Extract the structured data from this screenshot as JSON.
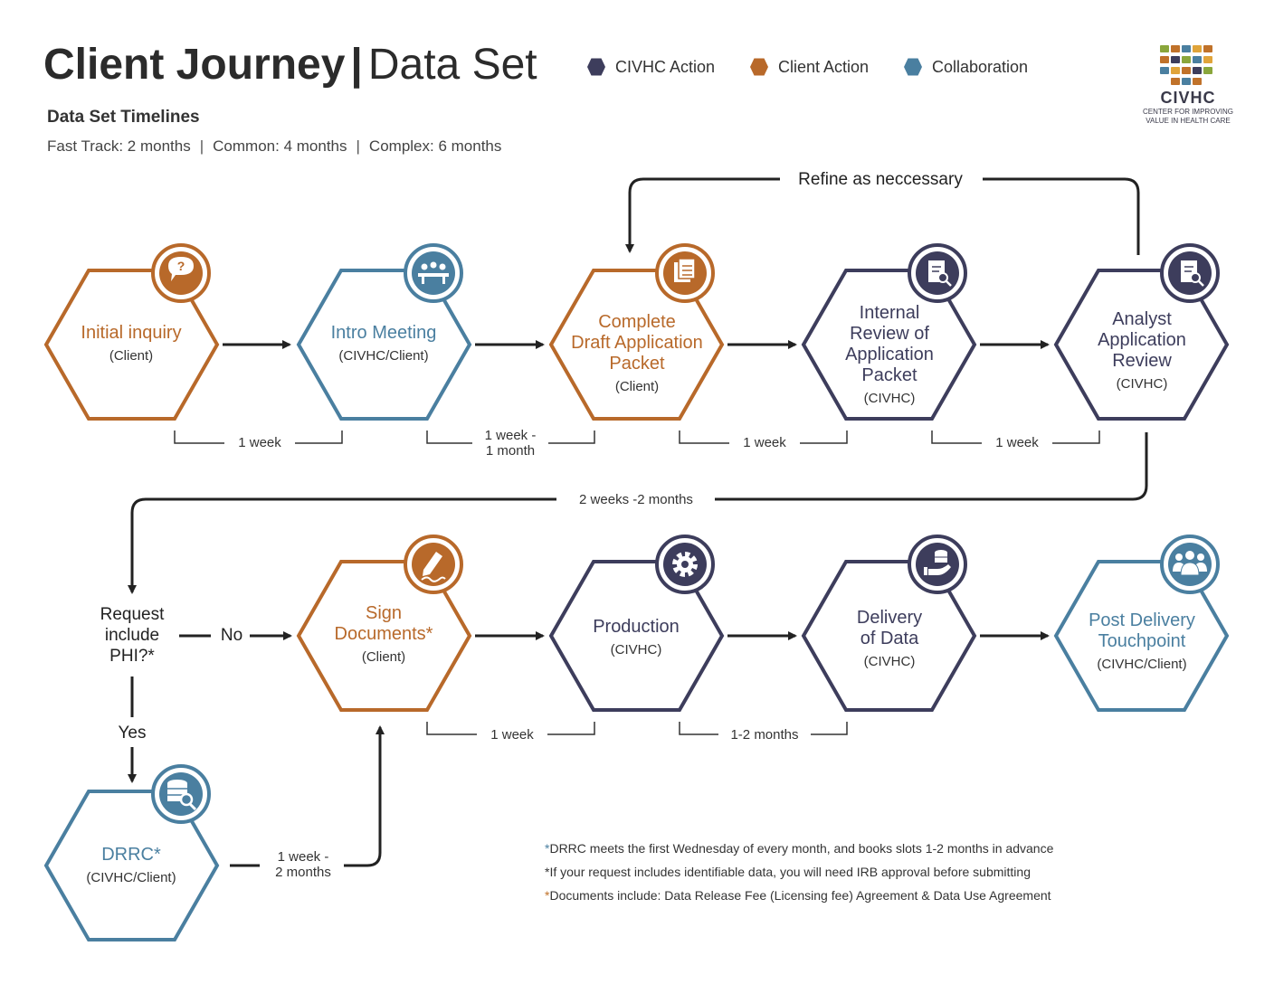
{
  "title": {
    "bold": "Client Journey",
    "separator": "|",
    "light": "Data Set"
  },
  "legend": [
    {
      "label": "CIVHC Action",
      "color": "#3d3d5c"
    },
    {
      "label": "Client Action",
      "color": "#b8692a"
    },
    {
      "label": "Collaboration",
      "color": "#4a7fa0"
    }
  ],
  "timelines": {
    "heading": "Data Set Timelines",
    "items": [
      "Fast Track: 2 months",
      "Common: 4 months",
      "Complex: 6 months"
    ]
  },
  "logo": {
    "name": "CIVHC",
    "tag_line1": "CENTER FOR IMPROVING",
    "tag_line2": "VALUE IN HEALTH CARE"
  },
  "colors": {
    "civhc": "#3d3d5c",
    "client": "#b8692a",
    "collab": "#4a7fa0",
    "arrow": "#222222"
  },
  "refine_label": "Refine as neccessary",
  "row_gap_label": "2 weeks -2 months",
  "nodes": {
    "initial_inquiry": {
      "title": "Initial inquiry",
      "role": "(Client)",
      "type": "client",
      "icon": "question-bubble-icon"
    },
    "intro_meeting": {
      "title": "Intro Meeting",
      "role": "(CIVHC/Client)",
      "type": "collab",
      "icon": "meeting-icon"
    },
    "draft_application": {
      "title_lines": [
        "Complete",
        "Draft Application",
        "Packet"
      ],
      "role": "(Client)",
      "type": "client",
      "icon": "documents-icon"
    },
    "internal_review": {
      "title_lines": [
        "Internal",
        "Review of",
        "Application",
        "Packet"
      ],
      "role": "(CIVHC)",
      "type": "civhc",
      "icon": "document-search-icon"
    },
    "analyst_review": {
      "title_lines": [
        "Analyst",
        "Application",
        "Review"
      ],
      "role": "(CIVHC)",
      "type": "civhc",
      "icon": "document-search-icon"
    },
    "sign_documents": {
      "title_lines": [
        "Sign",
        "Documents*"
      ],
      "role": "(Client)",
      "type": "client",
      "icon": "pen-sign-icon"
    },
    "production": {
      "title": "Production",
      "role": "(CIVHC)",
      "type": "civhc",
      "icon": "gear-icon"
    },
    "delivery": {
      "title_lines": [
        "Delivery",
        "of Data"
      ],
      "role": "(CIVHC)",
      "type": "civhc",
      "icon": "data-hand-icon"
    },
    "post_delivery": {
      "title_lines": [
        "Post Delivery",
        "Touchpoint"
      ],
      "role": "(CIVHC/Client)",
      "type": "collab",
      "icon": "people-icon"
    },
    "drrc": {
      "title": "DRRC*",
      "role": "(CIVHC/Client)",
      "type": "collab",
      "icon": "database-search-icon"
    }
  },
  "durations": {
    "d1": "1 week",
    "d2_line1": "1 week -",
    "d2_line2": "1 month",
    "d3": "1 week",
    "d4": "1 week",
    "d5": "1 week",
    "d6": "1-2 months",
    "drrc_line1": "1 week -",
    "drrc_line2": "2 months"
  },
  "decision": {
    "lines": [
      "Request",
      "include",
      "PHI?*"
    ],
    "no": "No",
    "yes": "Yes"
  },
  "notes": [
    {
      "star": "*",
      "text": "DRRC meets the first Wednesday of every month, and books slots 1-2 months in advance"
    },
    {
      "star": "*",
      "text": "If your request includes identifiable data, you will need IRB approval before submitting"
    },
    {
      "star": "*",
      "text": "Documents include: Data Release Fee (Licensing fee) Agreement & Data Use Agreement"
    }
  ]
}
